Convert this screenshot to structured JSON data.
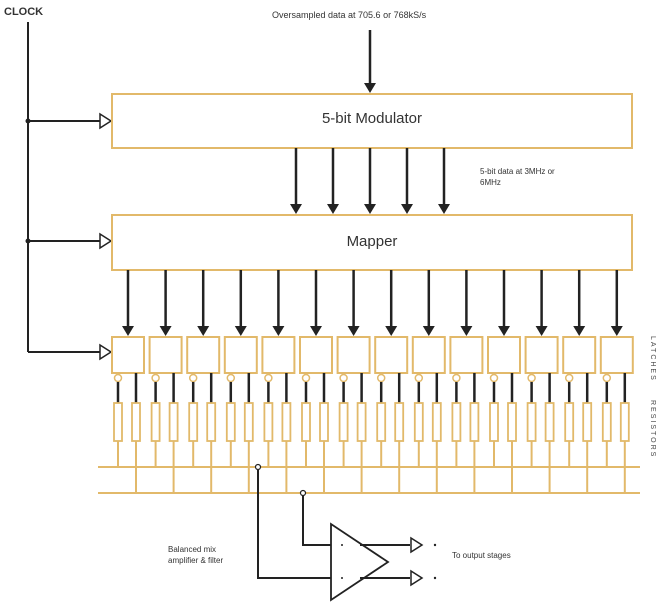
{
  "labels": {
    "clock": "CLOCK",
    "input": "Oversampled data at 705.6 or 768kS/s",
    "modulator": "5-bit Modulator",
    "bits": "5-bit data at 3MHz or 6MHz",
    "mapper": "Mapper",
    "latches": "LATCHES",
    "resistors": "RESISTORS",
    "amplifier": "Balanced mix amplifier & filter",
    "output": "To output stages"
  },
  "counts": {
    "modulator_lines": 5,
    "latches": 14
  },
  "colors": {
    "accent": "#e2b96a",
    "line": "#222222"
  }
}
